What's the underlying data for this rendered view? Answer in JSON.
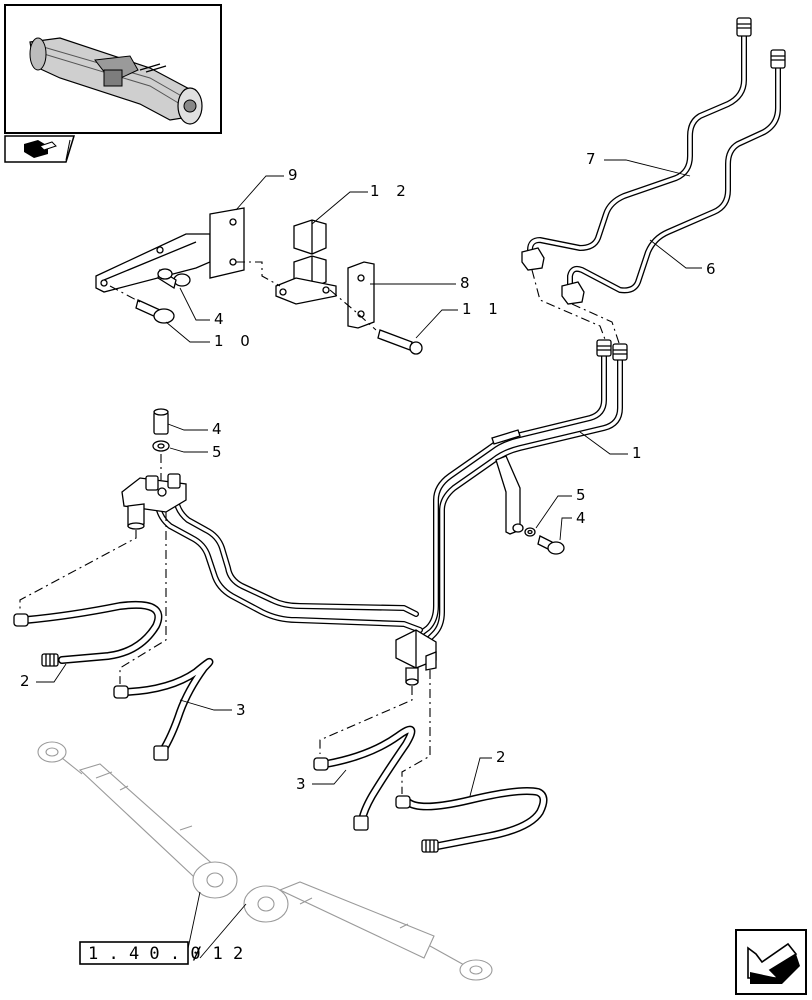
{
  "callouts": {
    "c9": "9",
    "c12": "1 2",
    "c8": "8",
    "c11": "1 1",
    "c4_top": "4",
    "c10": "1 0",
    "c7": "7",
    "c6": "6",
    "c4_mid": "4",
    "c5_mid": "5",
    "c1": "1",
    "c5_right": "5",
    "c4_right": "4",
    "c2_left": "2",
    "c3_left": "3",
    "c3_center": "3",
    "c2_right": "2"
  },
  "reference": {
    "box_text": "1 . 4 0 . 0",
    "suffix": "/ 1 2"
  },
  "icons": {
    "thumbnail": "axle-thumbnail-icon",
    "book": "book-icon",
    "navigation": "next-page-arrow-icon"
  }
}
